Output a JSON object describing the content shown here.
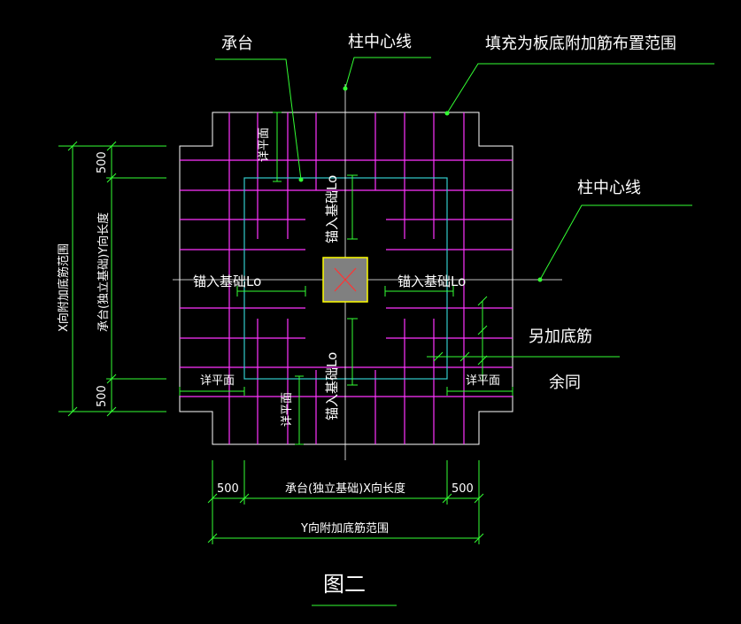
{
  "labels": {
    "cap": "承台",
    "column_center_top": "柱中心线",
    "fill_range": "填充为板底附加筋布置范围",
    "column_center_right": "柱中心线",
    "extra_bottom_bar": "另加底筋",
    "rest_same": "余同",
    "anchor_top": "锚入基础Lo",
    "anchor_bottom": "锚入基础Lo",
    "anchor_left": "锚入基础Lo",
    "anchor_right": "锚入基础Lo",
    "see_plan_top": "详平面",
    "see_plan_bottom": "详平面",
    "see_plan_left": "详平面",
    "see_plan_right": "详平面",
    "dim_500_left_top": "500",
    "dim_500_left_bottom": "500",
    "dim_cap_y_length": "承台(独立基础)Y向长度",
    "dim_x_range": "X向附加底筋范围",
    "dim_500_bottom_left": "500",
    "dim_500_bottom_right": "500",
    "dim_cap_x_length": "承台(独立基础)X向长度",
    "dim_y_range": "Y向附加底筋范围",
    "figure_title": "图二"
  },
  "colors": {
    "background": "#000000",
    "outline": "#ffffff",
    "rebar": "#ff33ff",
    "cap_outline": "#33cccc",
    "leader": "#33ff33",
    "column_fill": "#808080",
    "column_border": "#ffff00",
    "column_cross": "#ff3333",
    "text": "#ffffff"
  }
}
